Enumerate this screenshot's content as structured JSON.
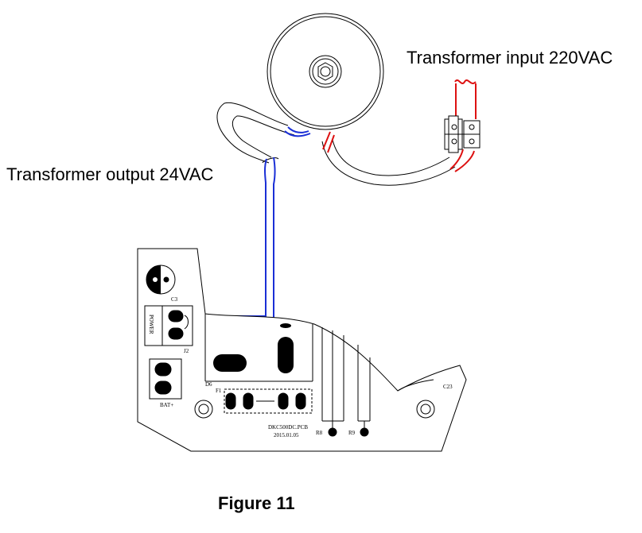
{
  "labels": {
    "transformer_input": "Transformer input 220VAC",
    "transformer_output": "Transformer output 24VAC",
    "figure_caption": "Figure 11"
  },
  "pcb_labels": {
    "c3": "C3",
    "power": "POWER",
    "j2": "J2",
    "bat": "BAT+",
    "d6": "D6",
    "f1": "F1",
    "c23": "C23",
    "r8": "R8",
    "r9": "R9",
    "board_name": "DKC500DC.PCB",
    "board_date": "2015.01.05"
  },
  "colors": {
    "input_wire": "#dd1111",
    "output_wire": "#1a2fd6",
    "outline": "#000000"
  }
}
